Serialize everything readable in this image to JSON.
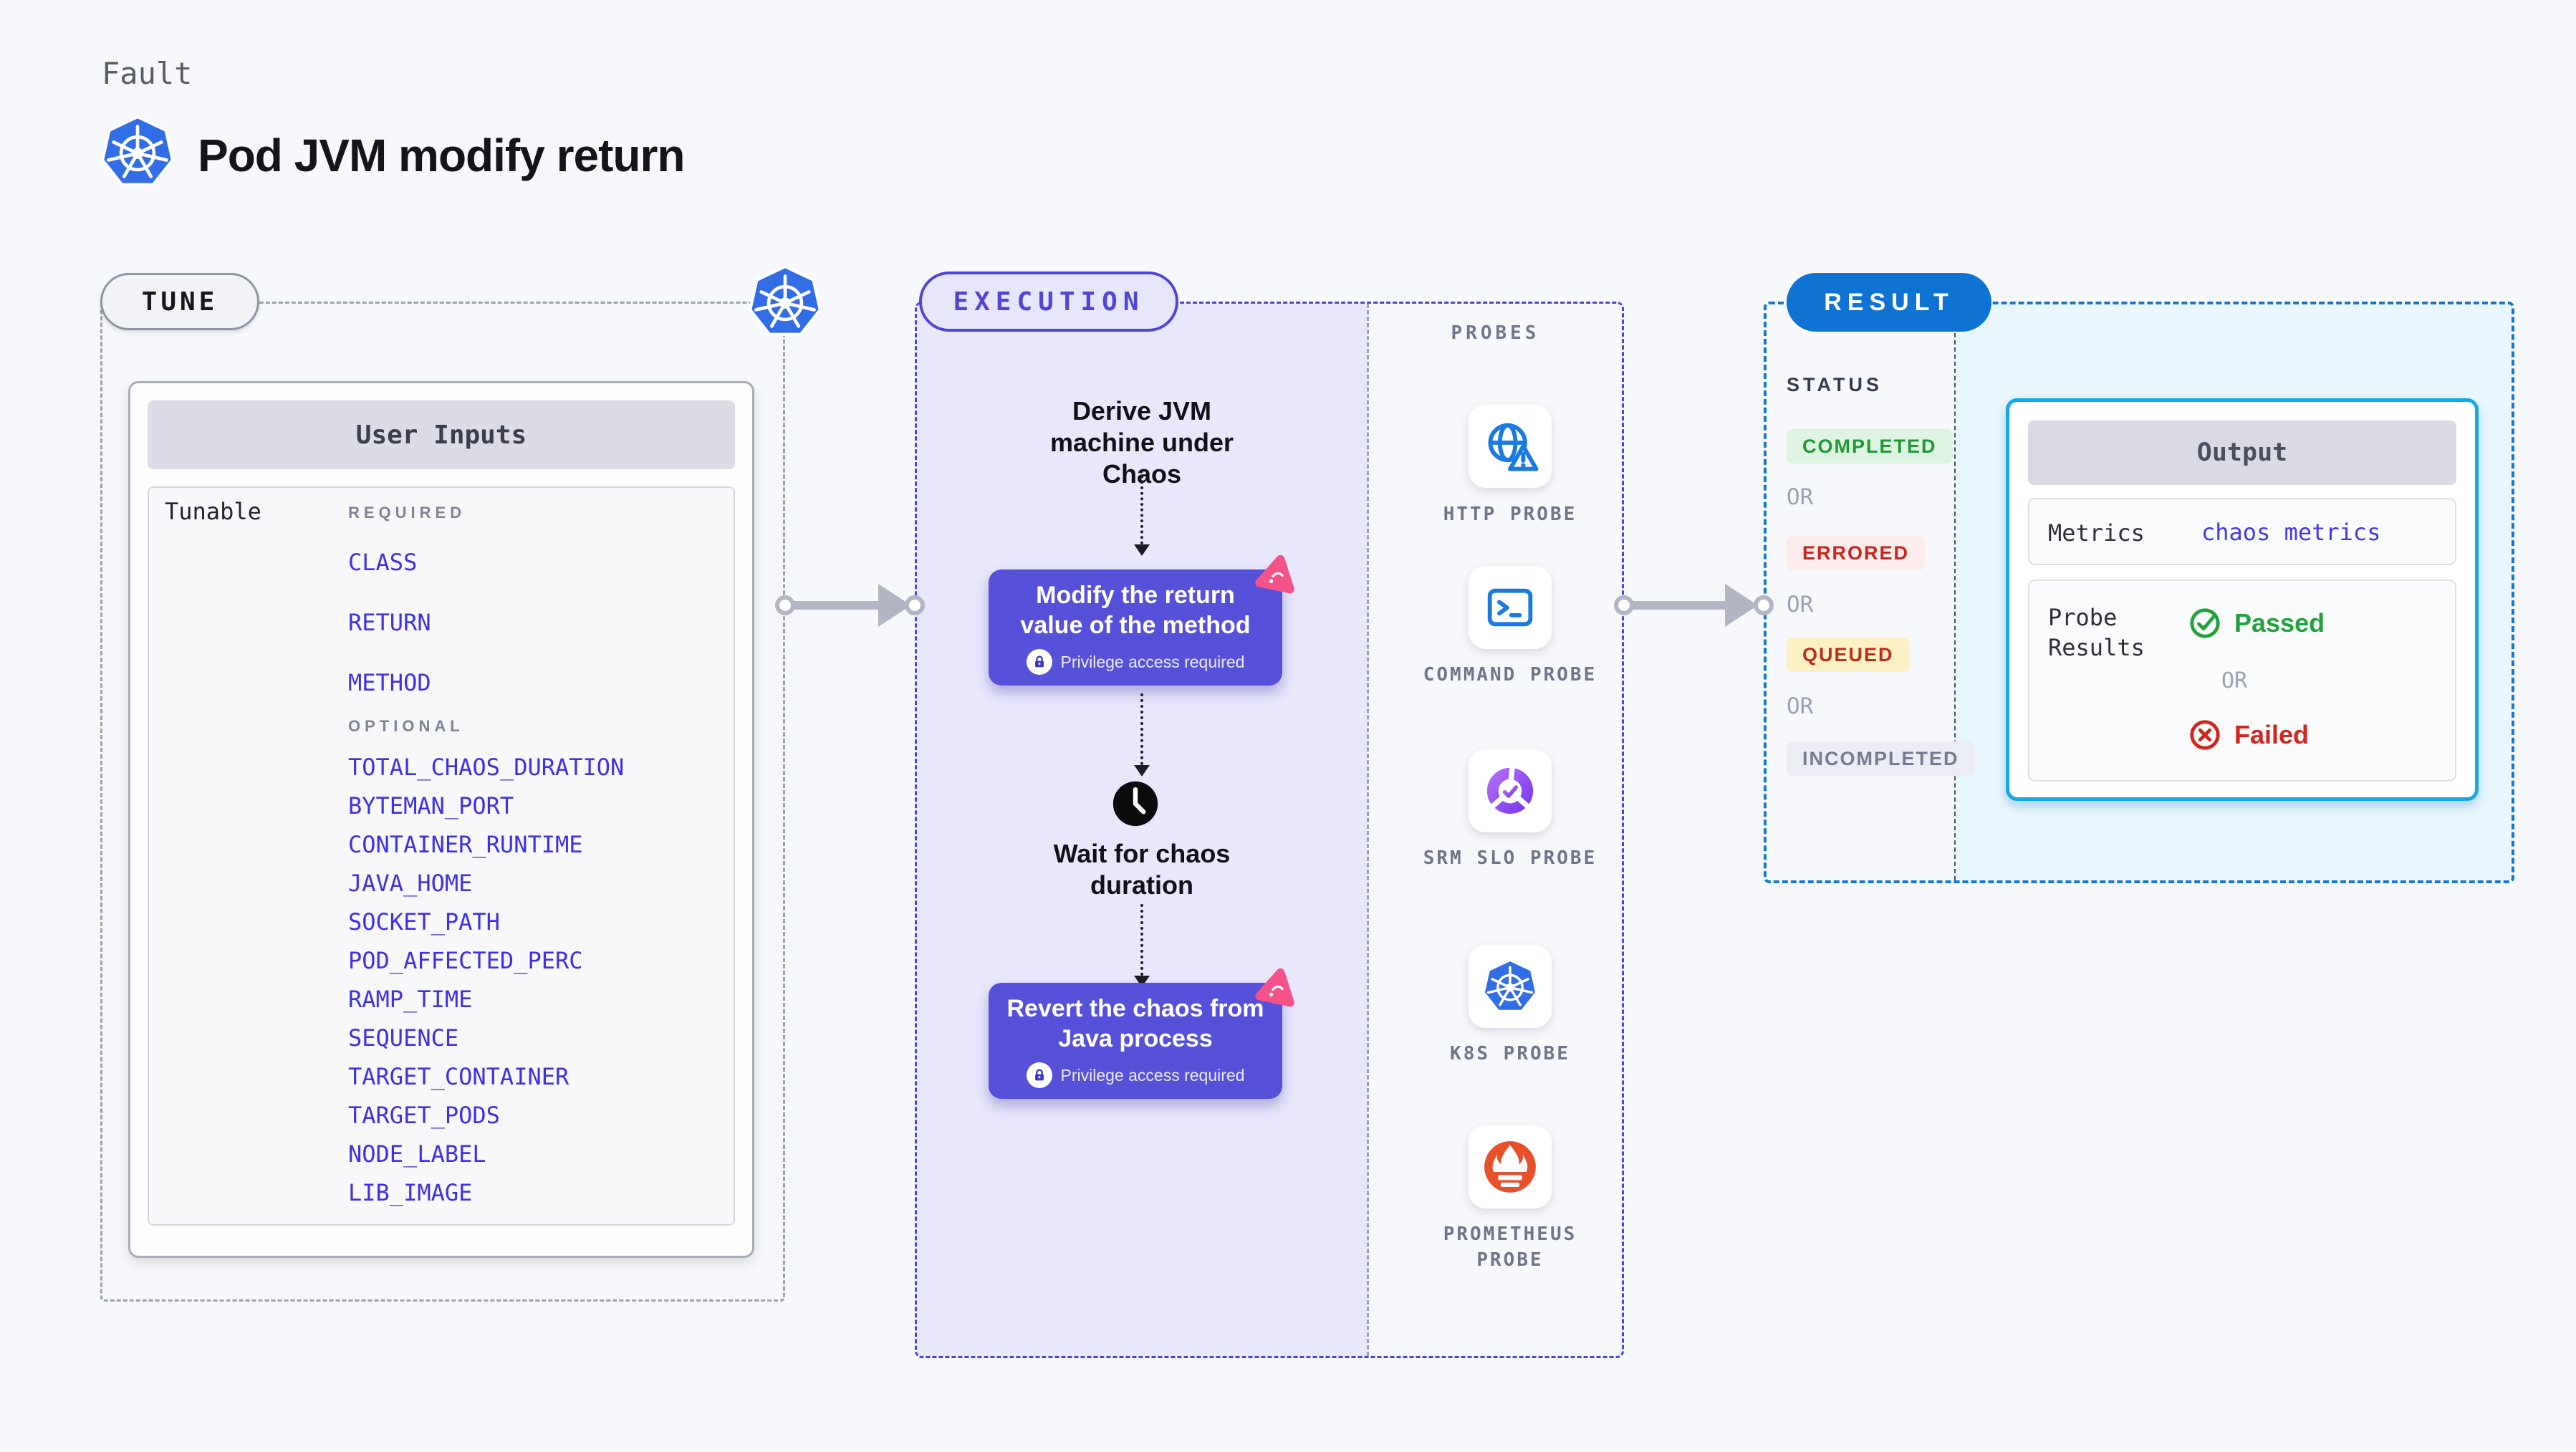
{
  "header": {
    "eyebrow": "Fault",
    "title": "Pod JVM modify return",
    "title_icon": "kubernetes-icon"
  },
  "tune": {
    "label": "TUNE",
    "corner_icon": "kubernetes-icon",
    "panel_title": "User Inputs",
    "row_label": "Tunable",
    "required_heading": "REQUIRED",
    "required_items": [
      "CLASS",
      "RETURN",
      "METHOD"
    ],
    "optional_heading": "OPTIONAL",
    "optional_items": [
      "TOTAL_CHAOS_DURATION",
      "BYTEMAN_PORT",
      "CONTAINER_RUNTIME",
      "JAVA_HOME",
      "SOCKET_PATH",
      "POD_AFFECTED_PERC",
      "RAMP_TIME",
      "SEQUENCE",
      "TARGET_CONTAINER",
      "TARGET_PODS",
      "NODE_LABEL",
      "LIB_IMAGE"
    ],
    "item_color": "#3c31e5"
  },
  "execution": {
    "label": "EXECUTION",
    "accent_color": "#4f46d6",
    "step1_text": "Derive JVM machine under Chaos",
    "step2_text": "Modify the return value of the method",
    "step2_badge": "Privilege access required",
    "step3_icon": "clock-icon",
    "step3_text": "Wait for chaos duration",
    "step4_text": "Revert the chaos from Java process",
    "step4_badge": "Privilege access required",
    "card_color": "#5750d9"
  },
  "probes": {
    "label": "PROBES",
    "items": [
      {
        "name": "HTTP PROBE",
        "icon": "http-probe-icon"
      },
      {
        "name": "COMMAND PROBE",
        "icon": "command-probe-icon"
      },
      {
        "name": "SRM SLO PROBE",
        "icon": "srm-slo-probe-icon"
      },
      {
        "name": "K8S PROBE",
        "icon": "k8s-probe-icon"
      },
      {
        "name": "PROMETHEUS PROBE",
        "icon": "prometheus-probe-icon"
      }
    ]
  },
  "result": {
    "label": "RESULT",
    "accent_color": "#0e73d2",
    "status_heading": "STATUS",
    "or_label": "OR",
    "statuses": [
      {
        "text": "COMPLETED",
        "bg": "#def3e1",
        "color": "#1f9a34"
      },
      {
        "text": "ERRORED",
        "bg": "#fdeceb",
        "color": "#c6261f"
      },
      {
        "text": "QUEUED",
        "bg": "#fcf0c5",
        "color": "#bf2c18"
      },
      {
        "text": "INCOMPLETED",
        "bg": "#ececf4",
        "color": "#757b91"
      }
    ],
    "output": {
      "title": "Output",
      "metrics_label": "Metrics",
      "metrics_value": "chaos metrics",
      "metrics_value_color": "#4338e8",
      "probe_results_label": "Probe Results",
      "passed_label": "Passed",
      "passed_color": "#22a23c",
      "or_label": "OR",
      "failed_label": "Failed",
      "failed_color": "#d2251d"
    }
  }
}
